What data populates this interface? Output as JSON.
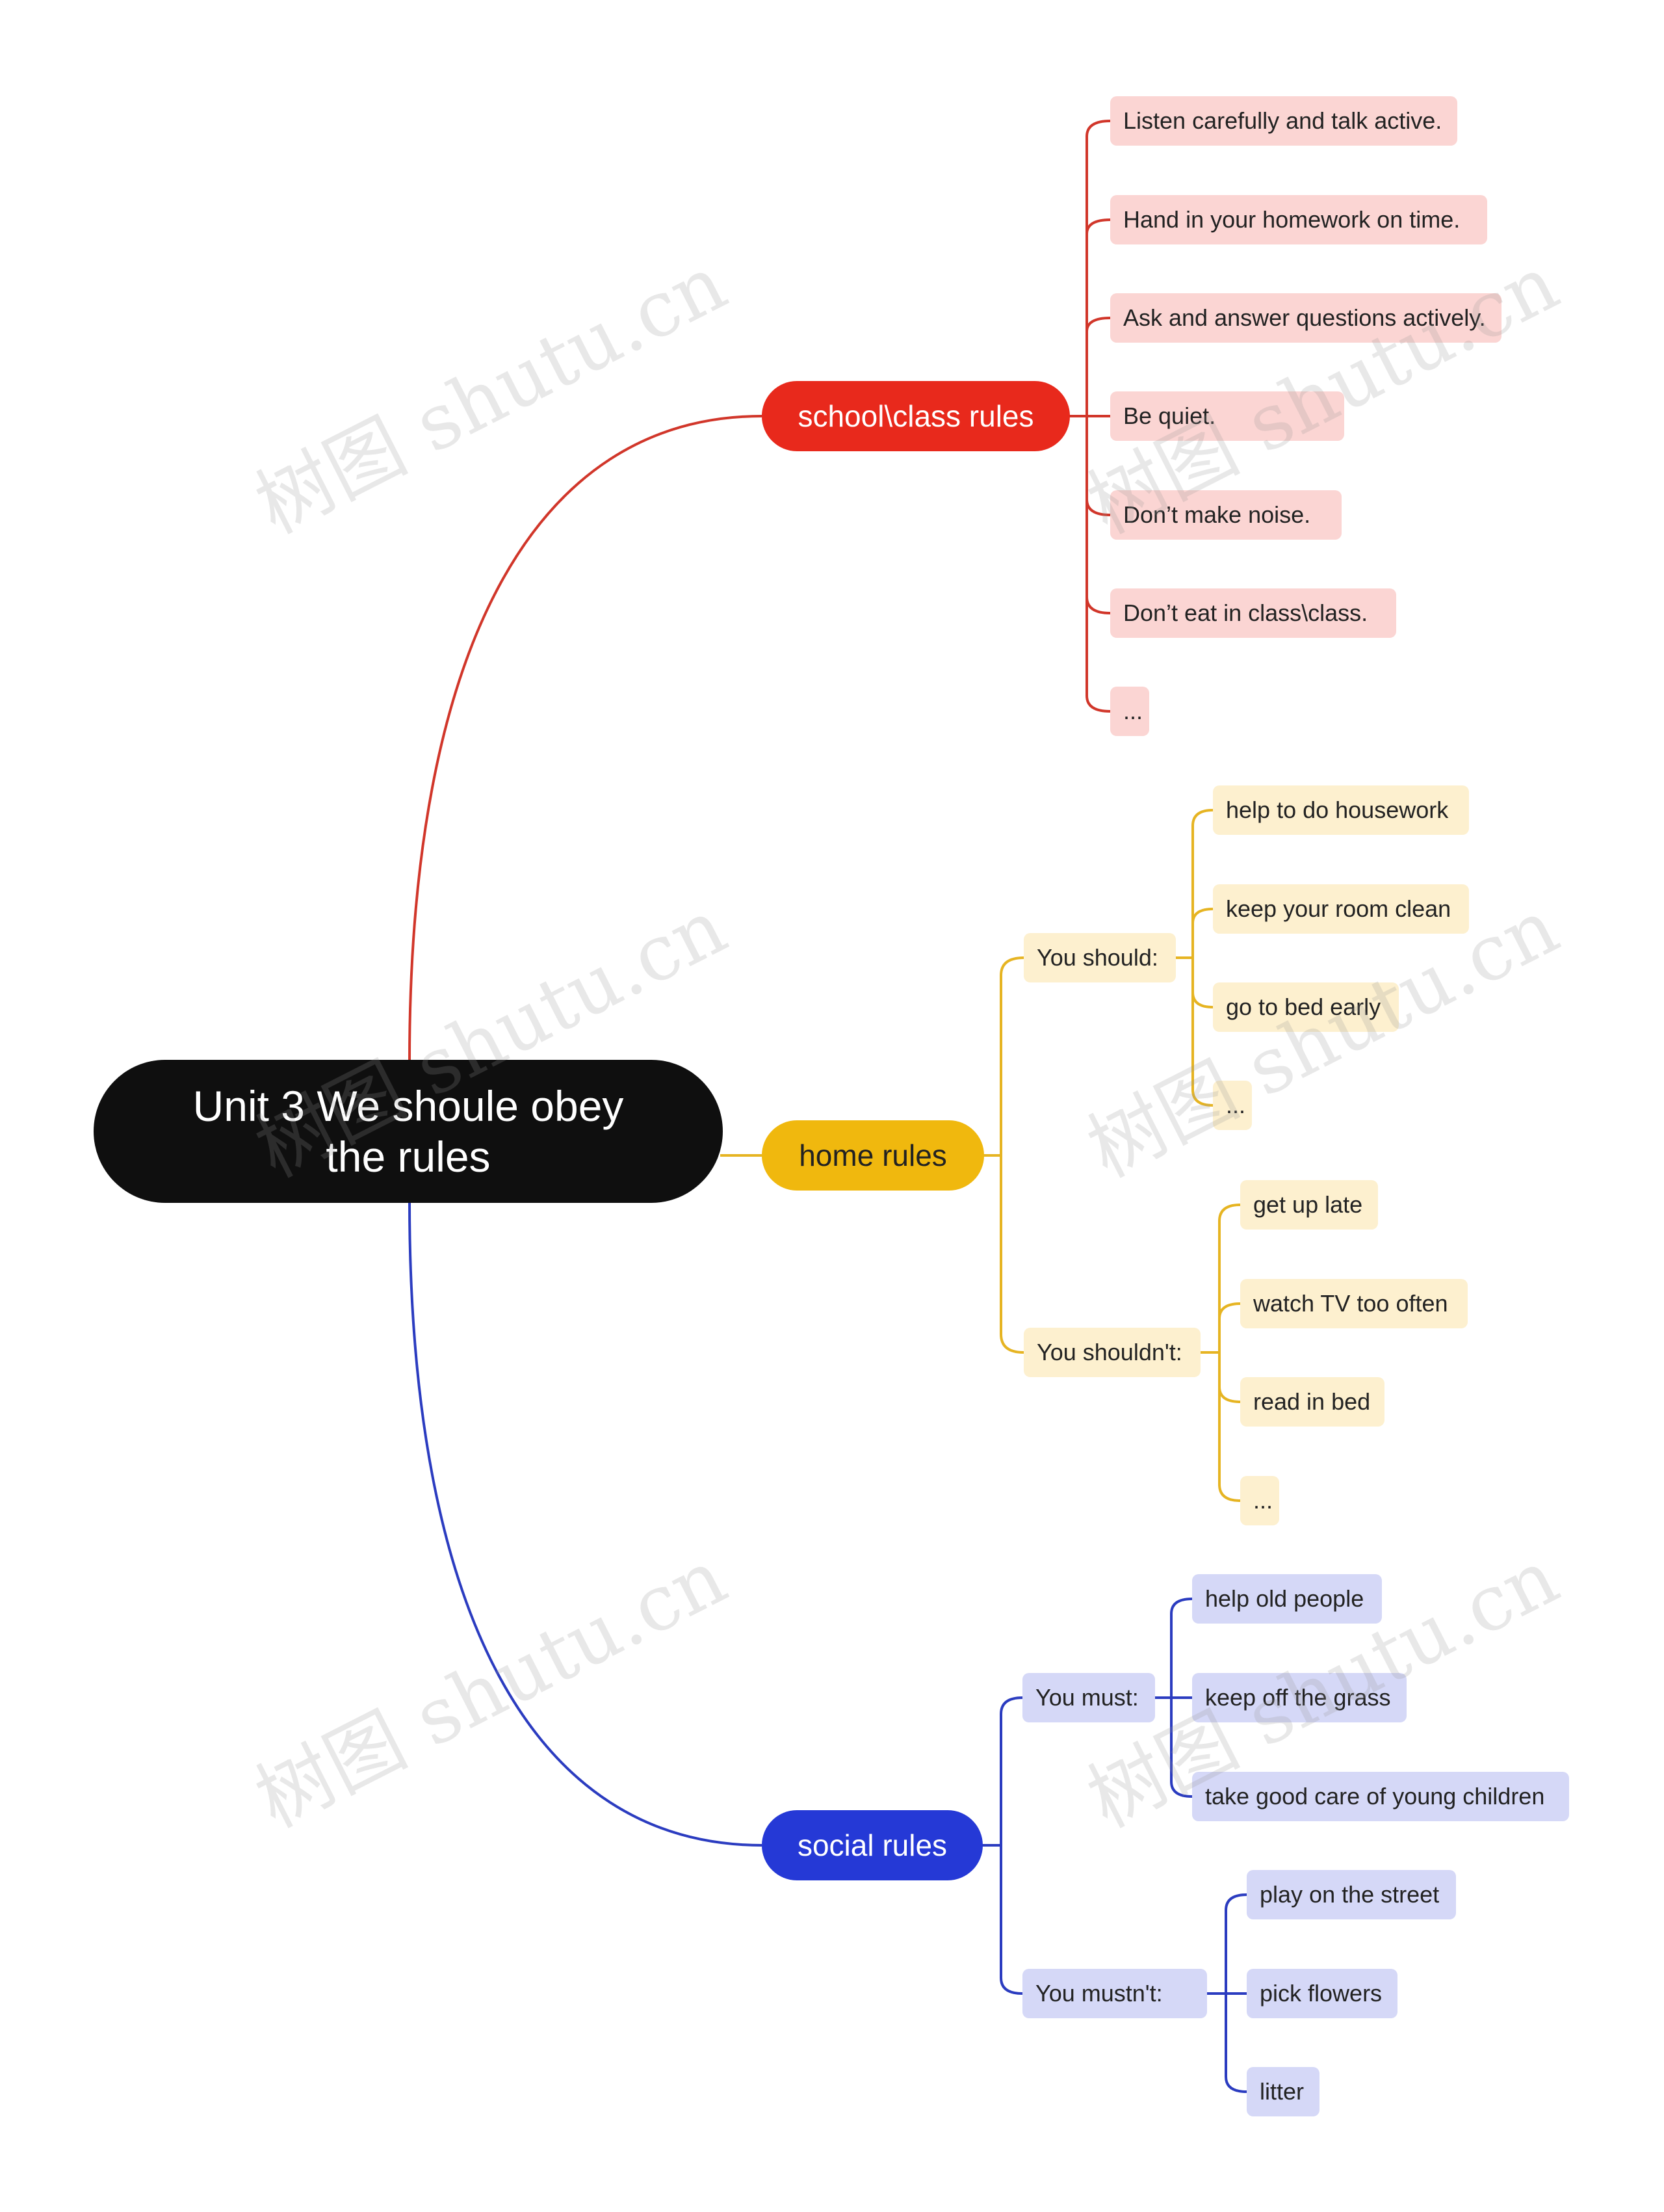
{
  "colors": {
    "root_bg": "#0f0f0f",
    "school": "#e8291c",
    "school_line": "#d1362a",
    "school_leaf": "#fbd5d3",
    "home": "#f0b80e",
    "home_line": "#e6b422",
    "home_leaf": "#fdf0cf",
    "social": "#2539d6",
    "social_line": "#2b3cc0",
    "social_leaf": "#d5d8f7"
  },
  "root": {
    "line1": "Unit 3 We shoule obey",
    "line2": "the rules"
  },
  "school": {
    "label": "school\\class rules",
    "items": [
      "Listen carefully and talk active.",
      "Hand in your homework on time.",
      "Ask and answer questions actively.",
      "Be quiet.",
      "Don’t make noise.",
      "Don’t eat in class\\class.",
      "..."
    ]
  },
  "home": {
    "label": "home rules",
    "should": {
      "label": "You should:",
      "items": [
        "help to do housework",
        "keep your room clean",
        "go to bed early",
        "..."
      ]
    },
    "shouldnt": {
      "label": "You shouldn't:",
      "items": [
        "get up late",
        "watch TV too often",
        "read in bed",
        "..."
      ]
    }
  },
  "social": {
    "label": "social rules",
    "must": {
      "label": "You must:",
      "items": [
        "help old people",
        "keep off the grass",
        "take good care of young children"
      ]
    },
    "mustnt": {
      "label": "You mustn't:",
      "items": [
        "play on the street",
        "pick flowers",
        "litter"
      ]
    }
  },
  "watermark": "树图 shutu.cn"
}
